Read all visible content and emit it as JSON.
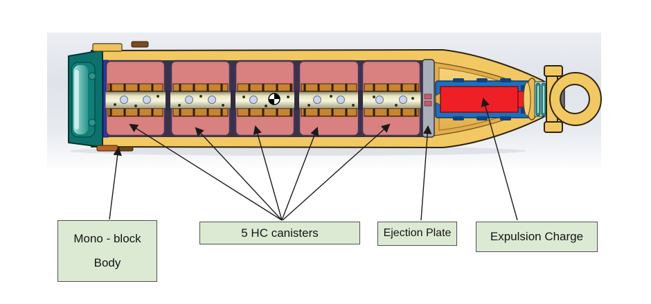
{
  "diagram": {
    "labels": {
      "mono_block_body": {
        "line1": "Mono - block",
        "line2": "Body"
      },
      "hc_canisters": {
        "text": "5 HC canisters",
        "count": 5
      },
      "ejection_plate": {
        "text": "Ejection Plate"
      },
      "expulsion_charge": {
        "text": "Expulsion Charge"
      }
    },
    "colors": {
      "label_fill": "#dcead3",
      "label_border": "#4f4f4f",
      "body_gold": "#f2c862",
      "canister_salmon": "#d98080",
      "canister_outline": "#41355a",
      "base_cap_teal": "#0c716c",
      "charge_red": "#ee2026",
      "liner_blue": "#1e6fbf",
      "ejection_plate_gray": "#a9aebb",
      "spring_teal": "#2f8f88",
      "tube_cream": "#efecd0",
      "strip_orange": "#c8842f",
      "viewport_band": "#e0e4eb"
    }
  }
}
